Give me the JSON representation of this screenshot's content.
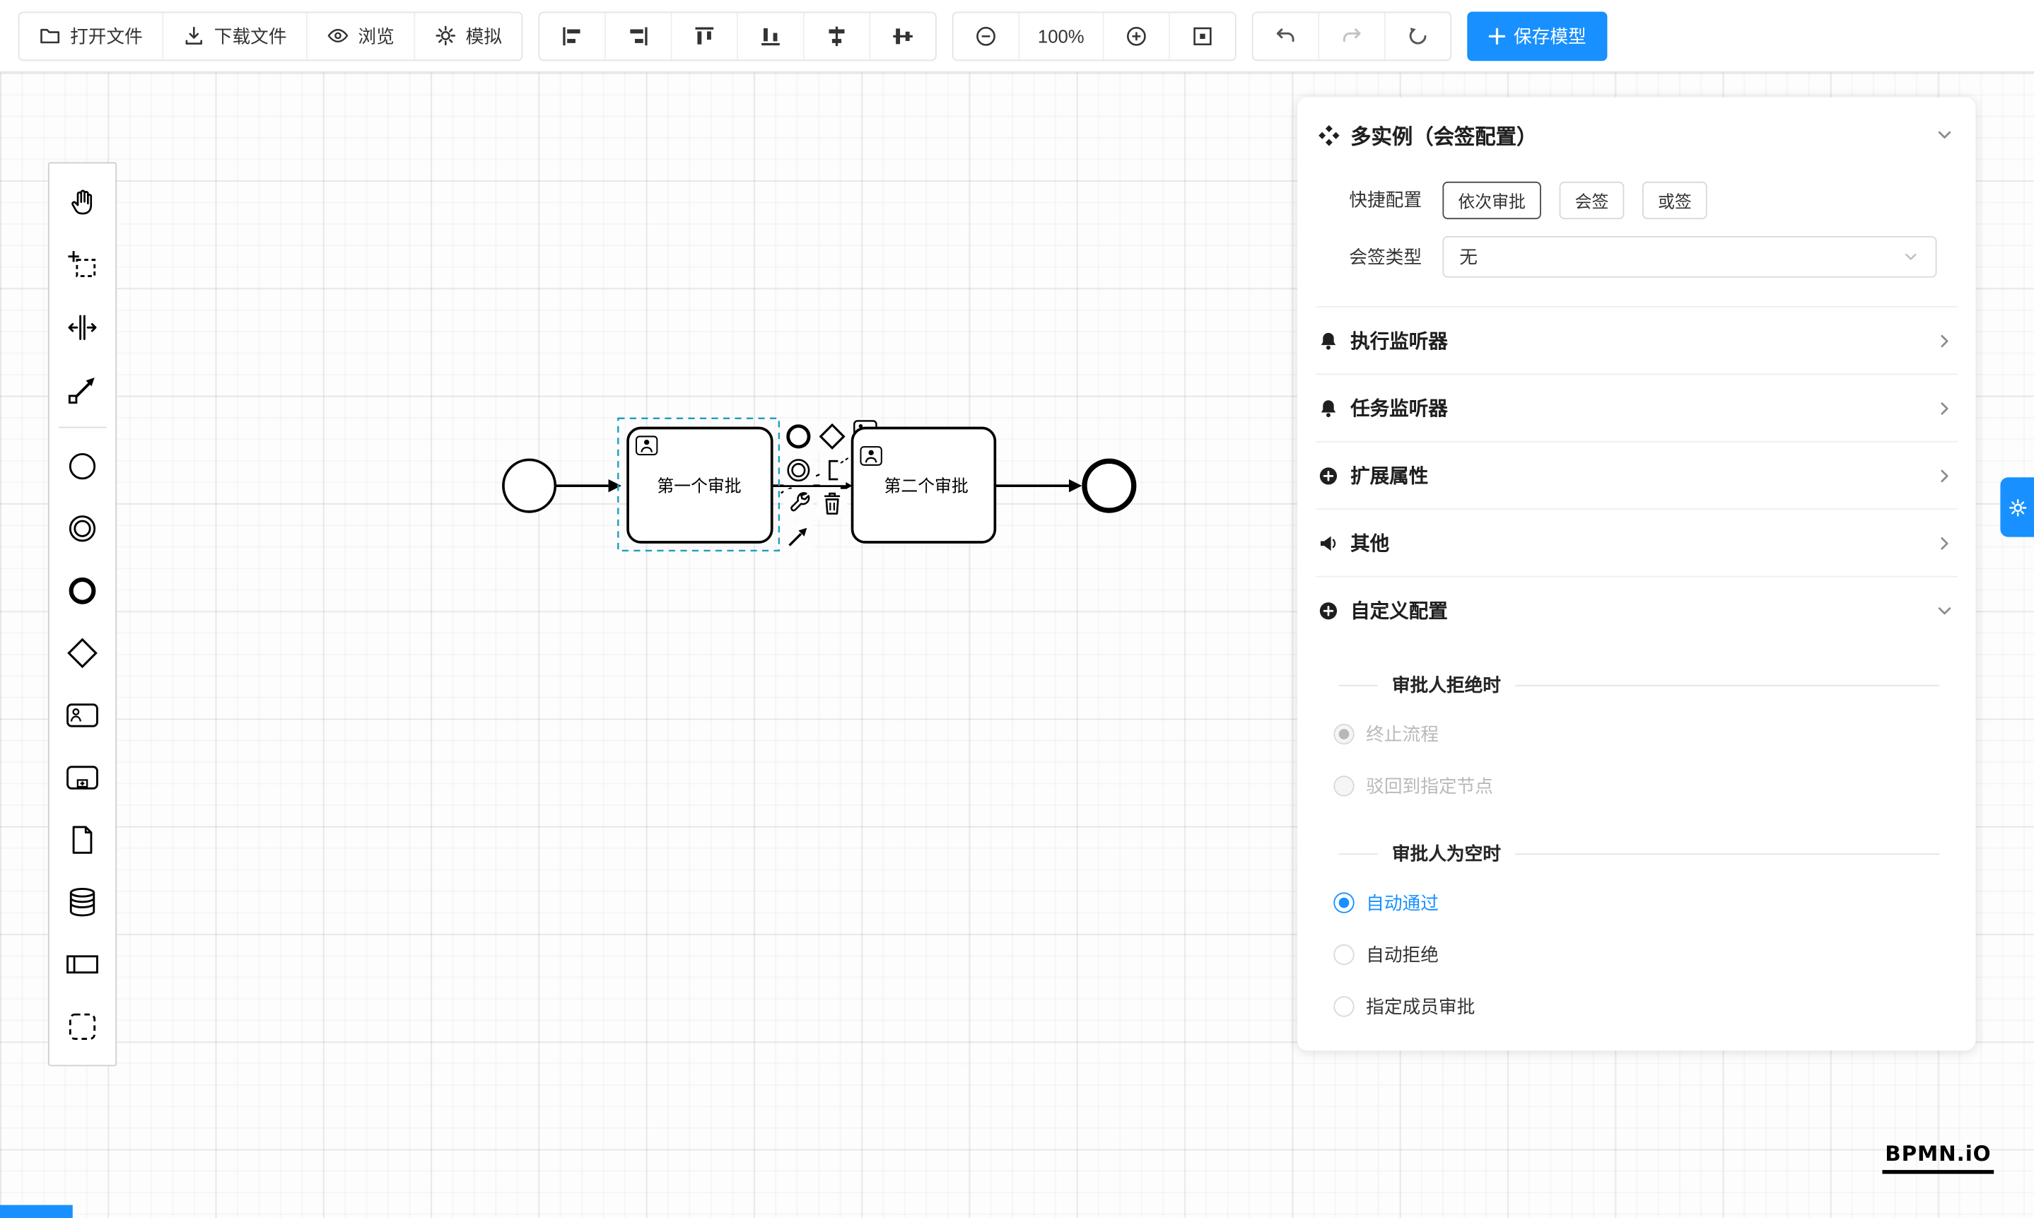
{
  "colors": {
    "accent": "#1890ff",
    "selection_outline": "#1b9fc0",
    "stroke": "#000000"
  },
  "toolbar": {
    "open_file": "打开文件",
    "download_file": "下载文件",
    "preview": "浏览",
    "simulate": "模拟",
    "zoom_level": "100%",
    "save_model": "保存模型"
  },
  "icons": {
    "toolbar": [
      "folder-icon",
      "download-icon",
      "eye-icon",
      "gear-icon",
      "align-left-icon",
      "align-right-icon",
      "align-top-icon",
      "align-bottom-icon",
      "align-center-icon",
      "align-middle-icon",
      "zoom-out-icon",
      "zoom-in-icon",
      "fit-viewport-icon",
      "undo-icon",
      "redo-icon",
      "refresh-icon",
      "plus-icon"
    ],
    "palette": [
      "hand-tool-icon",
      "lasso-tool-icon",
      "space-tool-icon",
      "global-connect-icon",
      "start-event-icon",
      "intermediate-event-icon",
      "end-event-icon",
      "gateway-icon",
      "user-task-icon",
      "subprocess-icon",
      "data-object-icon",
      "data-store-icon",
      "participant-icon",
      "group-icon"
    ],
    "panel": [
      "multi-instance-icon",
      "bell-icon",
      "plus-circle-icon",
      "speaker-icon",
      "chevron-right-icon",
      "chevron-down-icon",
      "gear-icon"
    ]
  },
  "diagram": {
    "task1_label": "第一个审批",
    "task2_label": "第二个审批"
  },
  "panel": {
    "title": "多实例（会签配置）",
    "quick_config_label": "快捷配置",
    "quick_options": [
      "依次审批",
      "会签",
      "或签"
    ],
    "sign_type_label": "会签类型",
    "sign_type_value": "无",
    "sections": [
      {
        "label": "执行监听器"
      },
      {
        "label": "任务监听器"
      },
      {
        "label": "扩展属性"
      },
      {
        "label": "其他"
      },
      {
        "label": "自定义配置"
      }
    ],
    "reject_divider": "审批人拒绝时",
    "reject_options": [
      {
        "label": "终止流程",
        "selected": true,
        "disabled": true
      },
      {
        "label": "驳回到指定节点",
        "selected": false,
        "disabled": true
      }
    ],
    "empty_divider": "审批人为空时",
    "empty_options": [
      {
        "label": "自动通过",
        "selected": true
      },
      {
        "label": "自动拒绝",
        "selected": false
      },
      {
        "label": "指定成员审批",
        "selected": false
      }
    ]
  },
  "logo": "BPMN.iO"
}
